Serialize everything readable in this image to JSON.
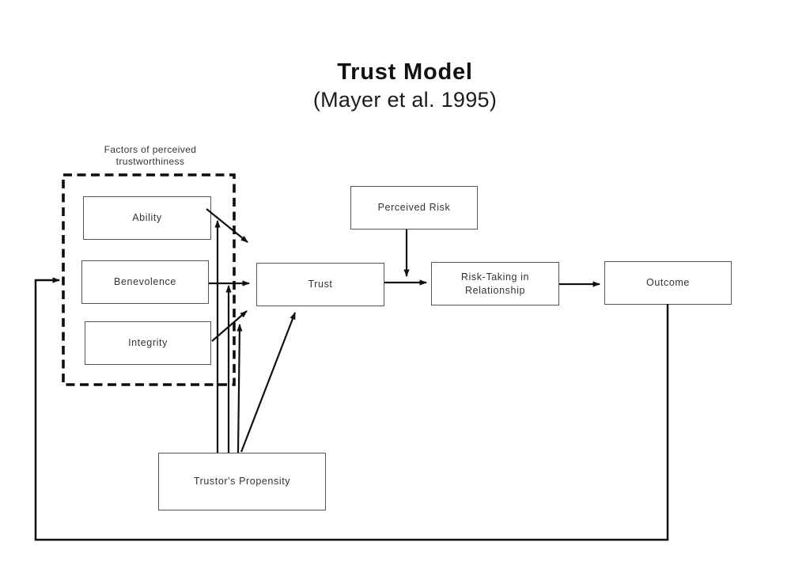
{
  "header": {
    "title": "Trust Model",
    "subtitle": "(Mayer et al. 1995)"
  },
  "diagram": {
    "group_label": "Factors of perceived trustworthiness",
    "nodes": {
      "ability": "Ability",
      "benevolence": "Benevolence",
      "integrity": "Integrity",
      "trust": "Trust",
      "perceived_risk": "Perceived Risk",
      "risk_taking": "Risk-Taking in Relationship",
      "outcome": "Outcome",
      "trustors_propensity": "Trustor's Propensity"
    },
    "colors": {
      "arrow": "#111111",
      "box_border": "#555555",
      "text": "#333333",
      "background": "#ffffff"
    }
  }
}
